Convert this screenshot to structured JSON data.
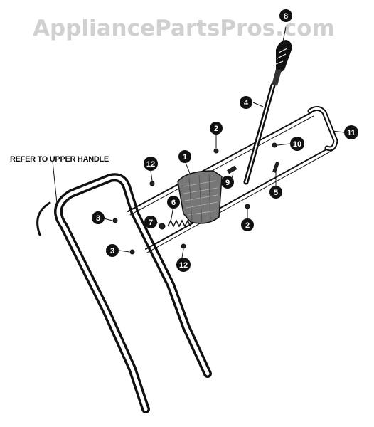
{
  "watermark": "AppliancePartsPros.com",
  "label_refer": "REFER TO UPPER HANDLE",
  "callouts": {
    "c1": "1",
    "c2a": "2",
    "c2b": "2",
    "c3a": "3",
    "c3b": "3",
    "c4": "4",
    "c5": "5",
    "c6": "6",
    "c7": "7",
    "c8": "8",
    "c9": "9",
    "c10": "10",
    "c11": "11",
    "c12a": "12",
    "c12b": "12"
  }
}
